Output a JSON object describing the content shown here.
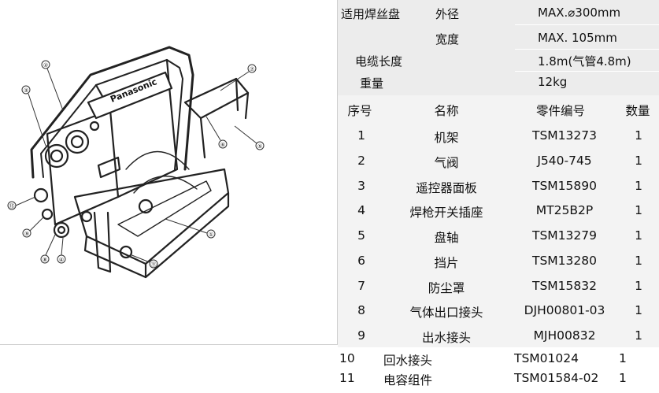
{
  "illustration": {
    "brand": "Panasonic",
    "callouts": [
      "①",
      "②",
      "③",
      "④",
      "⑤",
      "⑥",
      "⑦",
      "⑧",
      "⑨",
      "⑪",
      "⑮"
    ]
  },
  "specs": [
    {
      "label": "适用焊丝盘",
      "sub": "外径",
      "value": "MAX.⌀300mm"
    },
    {
      "label": "",
      "sub": "宽度",
      "value": "MAX. 105mm"
    },
    {
      "label": "电缆长度",
      "sub": "",
      "value": "1.8m(气管4.8m)"
    },
    {
      "label": "重量",
      "sub": "",
      "value": "12kg"
    }
  ],
  "parts_header": {
    "no": "序号",
    "name": "名称",
    "code": "零件编号",
    "qty": "数量"
  },
  "parts": [
    {
      "no": "1",
      "name": "机架",
      "code": "TSM13273",
      "qty": "1"
    },
    {
      "no": "2",
      "name": "气阀",
      "code": "J540-745",
      "qty": "1"
    },
    {
      "no": "3",
      "name": "遥控器面板",
      "code": "TSM15890",
      "qty": "1"
    },
    {
      "no": "4",
      "name": "焊枪开关插座",
      "code": "MT25B2P",
      "qty": "1"
    },
    {
      "no": "5",
      "name": "盘轴",
      "code": "TSM13279",
      "qty": "1"
    },
    {
      "no": "6",
      "name": "挡片",
      "code": "TSM13280",
      "qty": "1"
    },
    {
      "no": "7",
      "name": "防尘罩",
      "code": "TSM15832",
      "qty": "1"
    },
    {
      "no": "8",
      "name": "气体出口接头",
      "code": "DJH00801-03",
      "qty": "1"
    },
    {
      "no": "9",
      "name": "出水接头",
      "code": "MJH00832",
      "qty": "1"
    }
  ],
  "parts_tail": [
    {
      "no": "10",
      "name": "回水接头",
      "code": "TSM01024",
      "qty": "1"
    },
    {
      "no": "11",
      "name": "电容组件",
      "code": "TSM01584-02",
      "qty": "1"
    }
  ]
}
